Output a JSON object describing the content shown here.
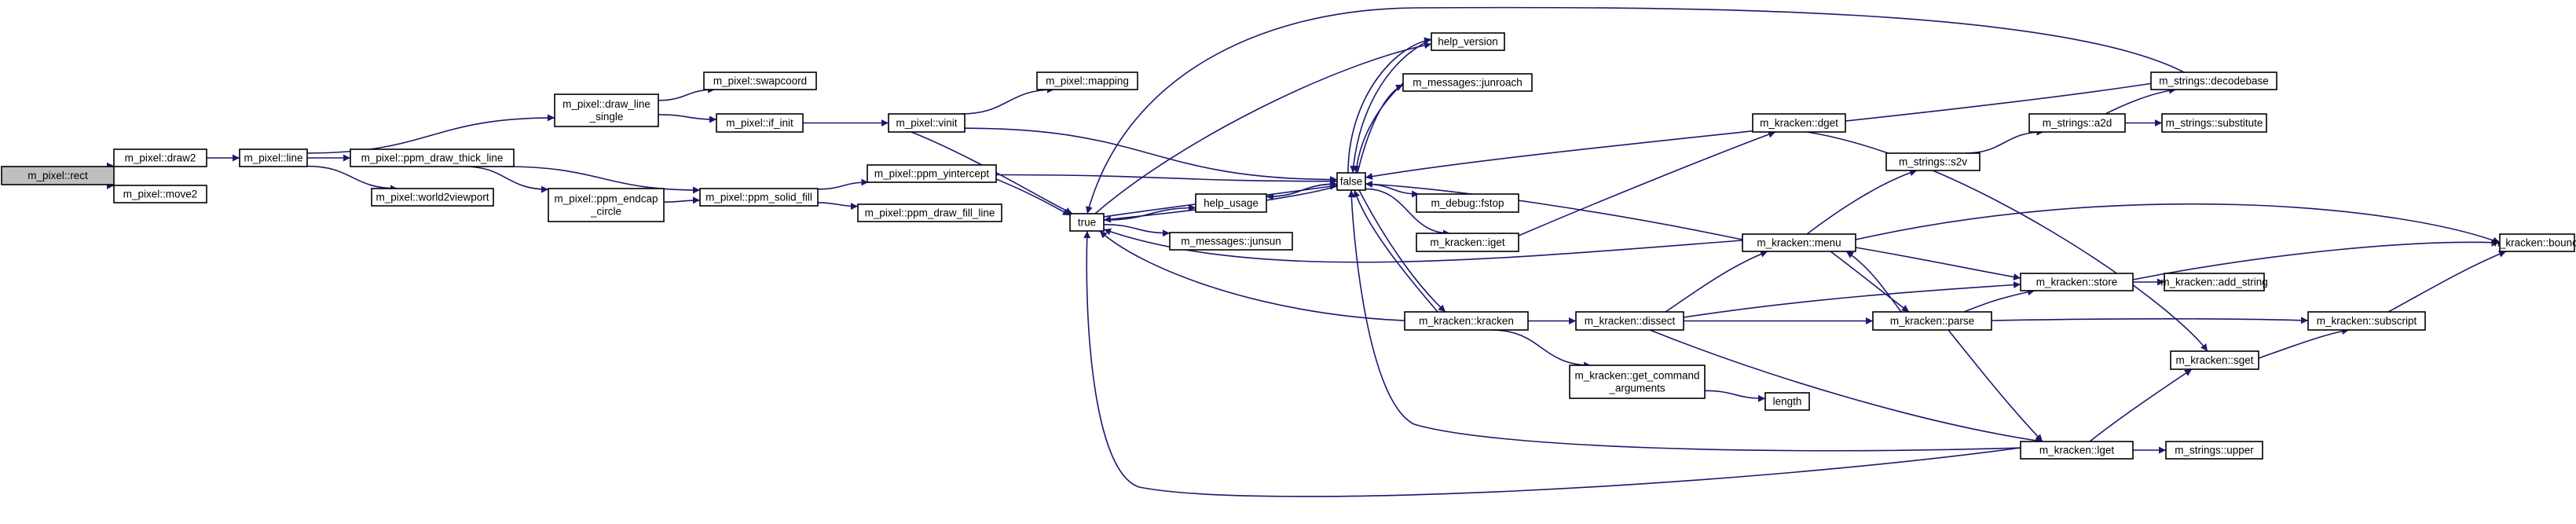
{
  "diagram": {
    "root": "m_pixel::rect",
    "nodes": [
      {
        "id": "rect",
        "lines": [
          "m_pixel::rect"
        ],
        "root": true
      },
      {
        "id": "draw2",
        "lines": [
          "m_pixel::draw2"
        ]
      },
      {
        "id": "move2",
        "lines": [
          "m_pixel::move2"
        ]
      },
      {
        "id": "line",
        "lines": [
          "m_pixel::line"
        ]
      },
      {
        "id": "draw_line_single",
        "lines": [
          "m_pixel::draw_line",
          "_single"
        ]
      },
      {
        "id": "ppm_draw_thick_line",
        "lines": [
          "m_pixel::ppm_draw_thick_line"
        ]
      },
      {
        "id": "world2viewport",
        "lines": [
          "m_pixel::world2viewport"
        ]
      },
      {
        "id": "swapcoord",
        "lines": [
          "m_pixel::swapcoord"
        ]
      },
      {
        "id": "if_init",
        "lines": [
          "m_pixel::if_init"
        ]
      },
      {
        "id": "ppm_endcap_circle",
        "lines": [
          "m_pixel::ppm_endcap",
          "_circle"
        ]
      },
      {
        "id": "ppm_solid_fill",
        "lines": [
          "m_pixel::ppm_solid_fill"
        ]
      },
      {
        "id": "vinit",
        "lines": [
          "m_pixel::vinit"
        ]
      },
      {
        "id": "mapping",
        "lines": [
          "m_pixel::mapping"
        ]
      },
      {
        "id": "ppm_yintercept",
        "lines": [
          "m_pixel::ppm_yintercept"
        ]
      },
      {
        "id": "ppm_draw_fill_line",
        "lines": [
          "m_pixel::ppm_draw_fill_line"
        ]
      },
      {
        "id": "true",
        "lines": [
          "true"
        ]
      },
      {
        "id": "help_usage",
        "lines": [
          "help_usage"
        ]
      },
      {
        "id": "junsun",
        "lines": [
          "m_messages::junsun"
        ]
      },
      {
        "id": "help_version",
        "lines": [
          "help_version"
        ]
      },
      {
        "id": "junroach",
        "lines": [
          "m_messages::junroach"
        ]
      },
      {
        "id": "false",
        "lines": [
          "false"
        ]
      },
      {
        "id": "fstop",
        "lines": [
          "m_debug::fstop"
        ]
      },
      {
        "id": "iget",
        "lines": [
          "m_kracken::iget"
        ]
      },
      {
        "id": "kracken",
        "lines": [
          "m_kracken::kracken"
        ]
      },
      {
        "id": "dissect",
        "lines": [
          "m_kracken::dissect"
        ]
      },
      {
        "id": "get_command_arguments",
        "lines": [
          "m_kracken::get_command",
          "_arguments"
        ]
      },
      {
        "id": "length",
        "lines": [
          "length"
        ]
      },
      {
        "id": "dget",
        "lines": [
          "m_kracken::dget"
        ]
      },
      {
        "id": "menu",
        "lines": [
          "m_kracken::menu"
        ]
      },
      {
        "id": "s2v",
        "lines": [
          "m_strings::s2v"
        ]
      },
      {
        "id": "parse",
        "lines": [
          "m_kracken::parse"
        ]
      },
      {
        "id": "store",
        "lines": [
          "m_kracken::store"
        ]
      },
      {
        "id": "lget",
        "lines": [
          "m_kracken::lget"
        ]
      },
      {
        "id": "a2d",
        "lines": [
          "m_strings::a2d"
        ]
      },
      {
        "id": "decodebase",
        "lines": [
          "m_strings::decodebase"
        ]
      },
      {
        "id": "substitute",
        "lines": [
          "m_strings::substitute"
        ]
      },
      {
        "id": "sget",
        "lines": [
          "m_kracken::sget"
        ]
      },
      {
        "id": "upper",
        "lines": [
          "m_strings::upper"
        ]
      },
      {
        "id": "add_string",
        "lines": [
          "m_kracken::add_string"
        ]
      },
      {
        "id": "subscript",
        "lines": [
          "m_kracken::subscript"
        ]
      },
      {
        "id": "bounce",
        "lines": [
          "m_kracken::bounce"
        ]
      }
    ],
    "edges": [
      [
        "rect",
        "draw2"
      ],
      [
        "rect",
        "move2"
      ],
      [
        "draw2",
        "line"
      ],
      [
        "line",
        "draw_line_single"
      ],
      [
        "line",
        "ppm_draw_thick_line"
      ],
      [
        "line",
        "world2viewport"
      ],
      [
        "draw_line_single",
        "swapcoord"
      ],
      [
        "draw_line_single",
        "if_init"
      ],
      [
        "ppm_draw_thick_line",
        "ppm_endcap_circle"
      ],
      [
        "ppm_draw_thick_line",
        "ppm_solid_fill"
      ],
      [
        "ppm_endcap_circle",
        "ppm_solid_fill"
      ],
      [
        "if_init",
        "vinit"
      ],
      [
        "vinit",
        "mapping"
      ],
      [
        "vinit",
        "false"
      ],
      [
        "vinit",
        "true"
      ],
      [
        "ppm_solid_fill",
        "ppm_yintercept"
      ],
      [
        "ppm_solid_fill",
        "ppm_draw_fill_line"
      ],
      [
        "ppm_yintercept",
        "false"
      ],
      [
        "ppm_yintercept",
        "true"
      ],
      [
        "true",
        "help_usage"
      ],
      [
        "true",
        "junsun"
      ],
      [
        "true",
        "false"
      ],
      [
        "true",
        "help_version"
      ],
      [
        "help_usage",
        "false"
      ],
      [
        "false",
        "help_usage"
      ],
      [
        "false",
        "help_version"
      ],
      [
        "false",
        "junroach"
      ],
      [
        "false",
        "fstop"
      ],
      [
        "false",
        "iget"
      ],
      [
        "false",
        "kracken"
      ],
      [
        "false",
        "true"
      ],
      [
        "help_version",
        "false"
      ],
      [
        "junroach",
        "false"
      ],
      [
        "iget",
        "dget"
      ],
      [
        "kracken",
        "dissect"
      ],
      [
        "kracken",
        "get_command_arguments"
      ],
      [
        "kracken",
        "true"
      ],
      [
        "kracken",
        "false"
      ],
      [
        "get_command_arguments",
        "length"
      ],
      [
        "dissect",
        "menu"
      ],
      [
        "dissect",
        "parse"
      ],
      [
        "dissect",
        "store"
      ],
      [
        "dissect",
        "lget"
      ],
      [
        "menu",
        "s2v"
      ],
      [
        "menu",
        "store"
      ],
      [
        "menu",
        "parse"
      ],
      [
        "menu",
        "bounce"
      ],
      [
        "menu",
        "true"
      ],
      [
        "menu",
        "false"
      ],
      [
        "parse",
        "menu"
      ],
      [
        "parse",
        "store"
      ],
      [
        "parse",
        "lget"
      ],
      [
        "parse",
        "subscript"
      ],
      [
        "s2v",
        "a2d"
      ],
      [
        "a2d",
        "decodebase"
      ],
      [
        "a2d",
        "substitute"
      ],
      [
        "decodebase",
        "true"
      ],
      [
        "decodebase",
        "false"
      ],
      [
        "dget",
        "sget"
      ],
      [
        "store",
        "add_string"
      ],
      [
        "store",
        "bounce"
      ],
      [
        "lget",
        "sget"
      ],
      [
        "lget",
        "upper"
      ],
      [
        "lget",
        "true"
      ],
      [
        "lget",
        "false"
      ],
      [
        "sget",
        "subscript"
      ],
      [
        "subscript",
        "bounce"
      ]
    ]
  }
}
